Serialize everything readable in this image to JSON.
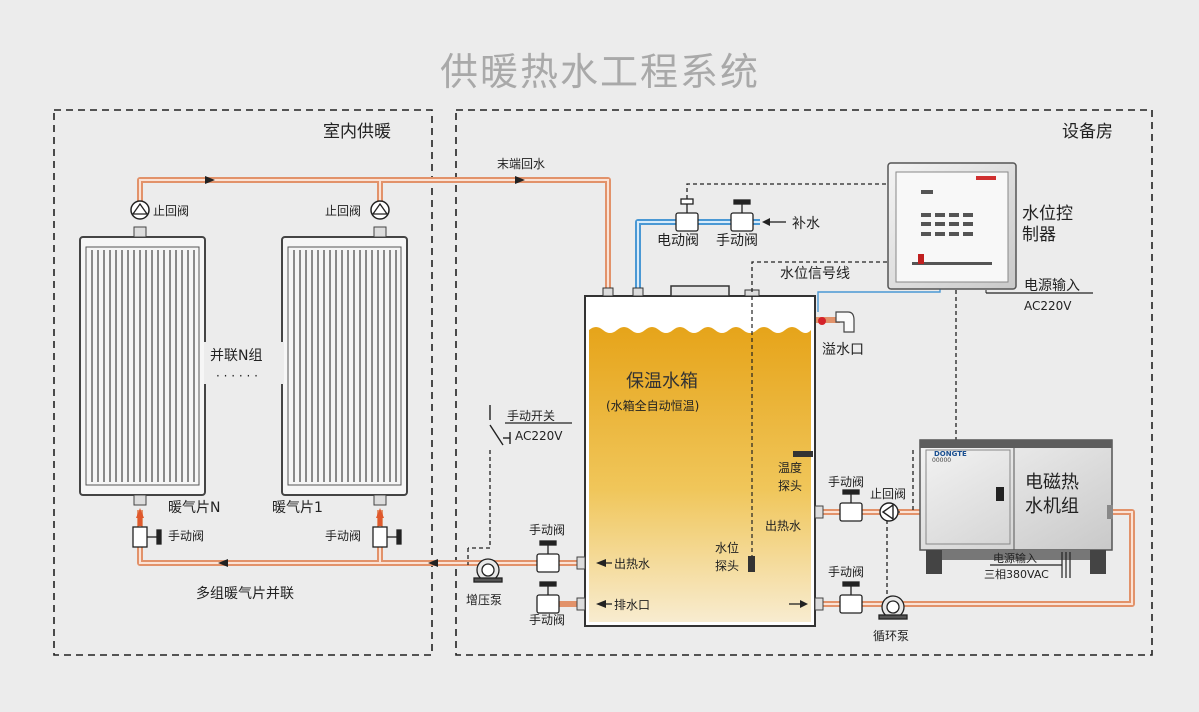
{
  "title": "供暖热水工程系统",
  "zones": {
    "indoor": "室内供暖",
    "equipment_room": "设备房"
  },
  "pipes": {
    "return_line": "末端回水",
    "multi_radiators": "多组暖气片并联"
  },
  "radiators": {
    "parallel_group": "并联N组",
    "dots": "· · · · · ·",
    "radiator_n": "暖气片N",
    "radiator_1": "暖气片1",
    "check_valve": "止回阀",
    "manual_valve": "手动阀"
  },
  "makeup": {
    "electric_valve": "电动阀",
    "manual_valve": "手动阀",
    "makeup_water": "补水"
  },
  "controller": {
    "name_line1": "水位控",
    "name_line2": "制器",
    "signal_line": "水位信号线",
    "power_label": "电源输入",
    "power_value": "AC220V"
  },
  "tank": {
    "name": "保温水箱",
    "subtitle": "(水箱全自动恒温)",
    "overflow": "溢水口",
    "temp_probe_line1": "温度",
    "temp_probe_line2": "探头",
    "hot_out": "出热水",
    "level_probe_line1": "水位",
    "level_probe_line2": "探头",
    "hot_out_left": "出热水",
    "drain": "排水口"
  },
  "switch": {
    "label": "手动开关",
    "voltage": "AC220V"
  },
  "pumps": {
    "booster": "增压泵",
    "circulation": "循环泵"
  },
  "valves": {
    "manual_top": "手动阀",
    "manual_bottom": "手动阀",
    "manual_right_top": "手动阀",
    "check_right": "止回阀",
    "manual_right_bottom": "手动阀"
  },
  "heater": {
    "name_line1": "电磁热",
    "name_line2": "水机组",
    "brand": "DONGTE",
    "power_label": "电源输入",
    "power_value": "三相380VAC"
  },
  "colors": {
    "pipe_hot": "#e2926a",
    "pipe_cold": "#4a98d4",
    "tank_fill_top": "#e8a81e",
    "tank_fill_bottom": "#f7e6bf",
    "title_gray": "#a9a9a9"
  }
}
